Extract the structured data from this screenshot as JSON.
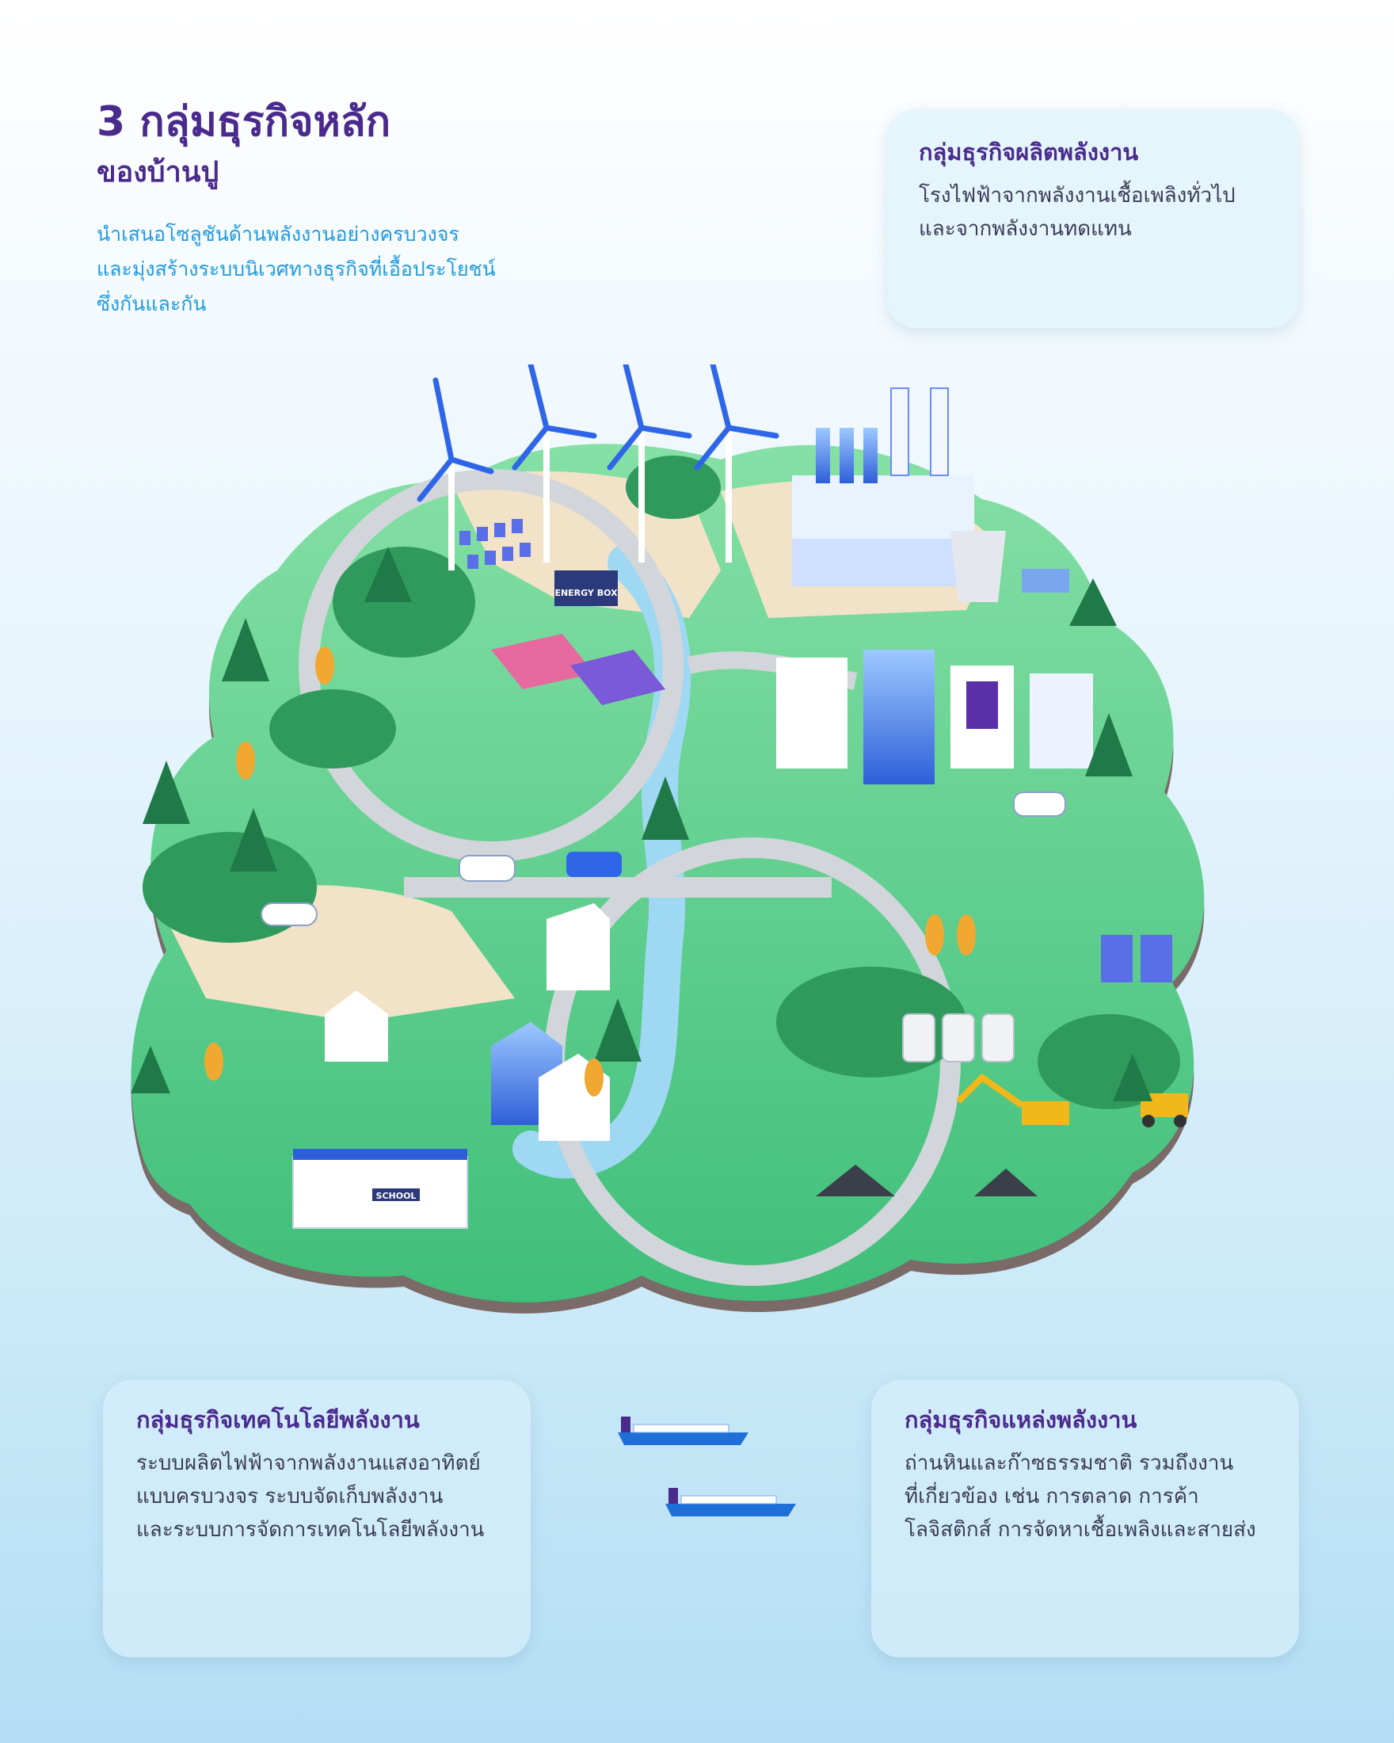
{
  "header": {
    "title": "3 กลุ่มธุรกิจหลัก",
    "subtitle": "ของบ้านปู",
    "intro_lines": [
      "นำเสนอโซลูชันด้านพลังงานอย่างครบวงจร",
      "และมุ่งสร้างระบบนิเวศทางธุรกิจที่เอื้อประโยชน์",
      "ซึ่งกันและกัน"
    ]
  },
  "cards": {
    "generation": {
      "title": "กลุ่มธุรกิจผลิตพลังงาน",
      "lines": [
        "โรงไฟฟ้าจากพลังงานเชื้อเพลิงทั่วไป",
        "และจากพลังงานทดแทน"
      ]
    },
    "technology": {
      "title": "กลุ่มธุรกิจเทคโนโลยีพลังงาน",
      "lines": [
        "ระบบผลิตไฟฟ้าจากพลังงานแสงอาทิตย์",
        "แบบครบวงจร ระบบจัดเก็บพลังงาน",
        "และระบบการจัดการเทคโนโลยีพลังงาน"
      ]
    },
    "resources": {
      "title": "กลุ่มธุรกิจแหล่งพลังงาน",
      "lines": [
        "ถ่านหินและก๊าซธรรมชาติ รวมถึงงาน",
        "ที่เกี่ยวข้อง เช่น การตลาด การค้า",
        "โลจิสติกส์ การจัดหาเชื้อเพลิงและสายส่ง"
      ]
    }
  },
  "map_labels": {
    "energy_box": "ENERGY BOX",
    "school": "SCHOOL"
  },
  "colors": {
    "title": "#4a2a8c",
    "accent_blue": "#1f9be0",
    "land_green": "#5fcf8e",
    "road_grey": "#d2d6db",
    "water_blue": "#9fd8f2"
  }
}
